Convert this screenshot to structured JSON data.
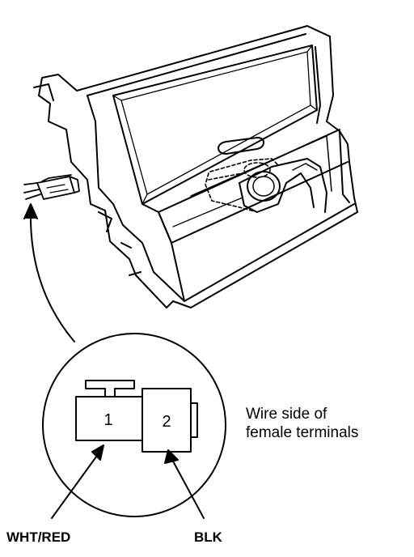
{
  "diagram": {
    "caption_line1": "Wire side of",
    "caption_line2": "female terminals",
    "connector": {
      "terminals": [
        {
          "number": "1",
          "wire": "WHT/RED"
        },
        {
          "number": "2",
          "wire": "BLK"
        }
      ]
    },
    "colors": {
      "ink": "#000000",
      "paper": "#ffffff"
    }
  }
}
